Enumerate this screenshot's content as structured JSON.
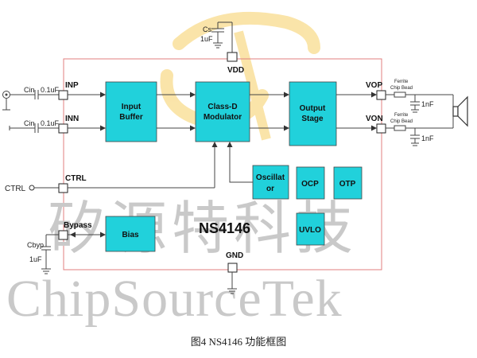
{
  "chip": {
    "name": "NS4146"
  },
  "pins": {
    "vdd": "VDD",
    "inp": "INP",
    "inn": "INN",
    "ctrl": "CTRL",
    "bypass": "Bypass",
    "gnd": "GND",
    "vop": "VOP",
    "von": "VON"
  },
  "blocks": {
    "input_buffer": [
      "Input",
      "Buffer"
    ],
    "class_d": [
      "Class-D",
      "Modulator"
    ],
    "output_stage": [
      "Output",
      "Stage"
    ],
    "oscillator": [
      "Oscillat",
      "or"
    ],
    "ocp": "OCP",
    "otp": "OTP",
    "uvlo": "UVLO",
    "bias": "Bias"
  },
  "external": {
    "cs_name": "Cs",
    "cs_value": "1uF",
    "cin_inp_name": "Cin",
    "cin_inp_value": "0.1uF",
    "cin_inn_name": "Cin",
    "cin_inn_value": "0.1uF",
    "ctrl_label": "CTRL",
    "cbyp_name": "Cbyp",
    "cbyp_value": "1uF",
    "ferrite_top": [
      "Ferrite",
      "Chip Bead"
    ],
    "ferrite_bottom": [
      "Ferrite",
      "Chip Bead"
    ],
    "cap_top_value": "1nF",
    "cap_bottom_value": "1nF"
  },
  "watermark": {
    "chinese": "矽源特科技",
    "english": "ChipSourceTek"
  },
  "caption": "图4 NS4146 功能框图",
  "colors": {
    "block_fill": "#21d1db",
    "border": "#e07f7f",
    "logo": "#f5c542"
  }
}
